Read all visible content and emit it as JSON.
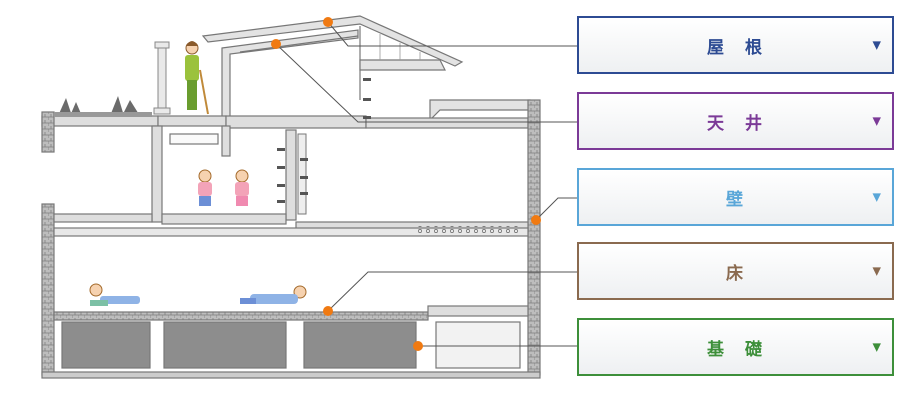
{
  "menu": [
    {
      "key": "roof",
      "label": "屋　根",
      "arrow": "▼",
      "color": "#2d4b93"
    },
    {
      "key": "ceiling",
      "label": "天　井",
      "arrow": "▼",
      "color": "#7b3a97"
    },
    {
      "key": "wall",
      "label": "壁",
      "arrow": "▼",
      "color": "#59a6d8"
    },
    {
      "key": "floor",
      "label": "床",
      "arrow": "▼",
      "color": "#8a6a4f"
    },
    {
      "key": "foundation",
      "label": "基　礎",
      "arrow": "▼",
      "color": "#3d8f3a"
    }
  ],
  "colors": {
    "marker": "#f07a12",
    "wall_fill": "#d9d9d9",
    "stroke": "#7a7a7a",
    "leader": "#555555"
  },
  "icons": [
    "woman-figure",
    "two-children-figures",
    "two-lying-people-figures",
    "column-icon",
    "plants-icon"
  ]
}
